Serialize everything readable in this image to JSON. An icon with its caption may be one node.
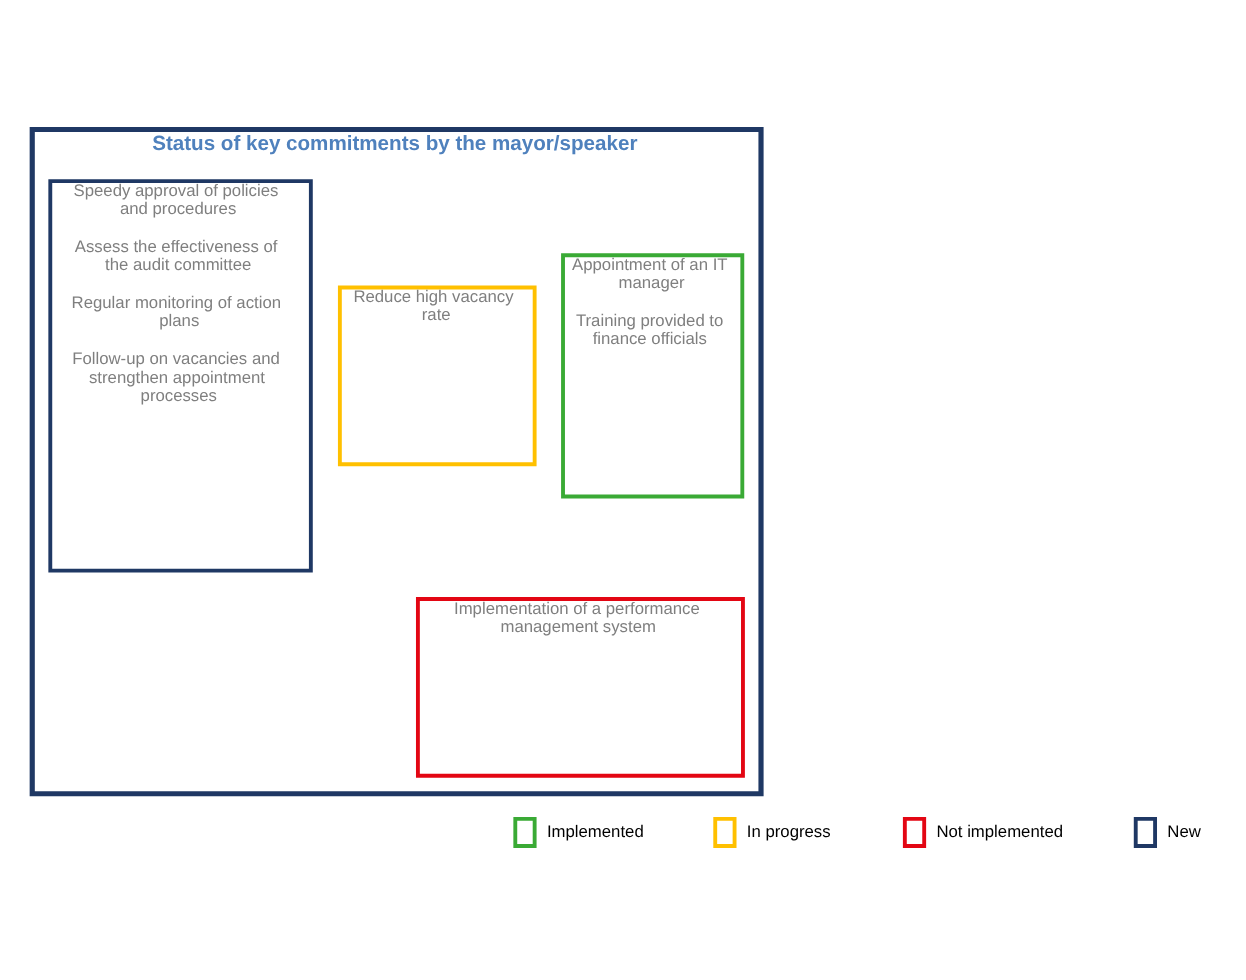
{
  "diagram": {
    "nodes": [
      {
        "text": [
          "Status of key commitments by the mayor/speaker"
        ]
      },
      {
        "text": [
          "Appointment of an IT manager",
          "Training provided to finance officials"
        ],
        "in": 0
      },
      {
        "text": [
          "Reduce high vacancy rate"
        ],
        "in": 0
      },
      {
        "text": [
          "Speedy approval of policies and procedures",
          "Assess the effectiveness of the audit committee",
          "Regular monitoring of action plans",
          "Follow-up on vacancies and strengthen appointment processes"
        ],
        "in": 0
      },
      {
        "text": [
          "Implementation of a performance management system"
        ],
        "in": 0
      }
    ],
    "edges": [],
    "legend": [
      {
        "text": "Implemented",
        "color": "#3aaa35"
      },
      {
        "text": "In progress",
        "color": "#ffc000"
      },
      {
        "text": "Not implemented",
        "color": "#e30613"
      },
      {
        "text": "New",
        "color": "#1f3864"
      }
    ]
  }
}
